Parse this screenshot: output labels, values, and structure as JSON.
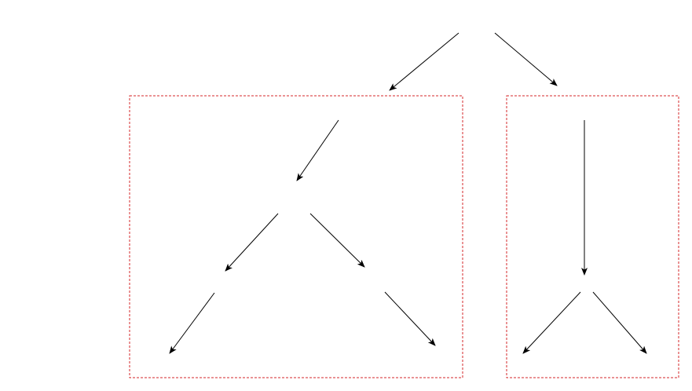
{
  "diagram": {
    "type": "tree",
    "node_labels_visible": false,
    "colors": {
      "background": "#ffffff",
      "edge": "#000000",
      "group_border": "#d62728"
    },
    "group_border_style": "dashed",
    "groups": [
      {
        "id": "left-group",
        "edge_ids": [
          "e2",
          "e3",
          "e4",
          "e5",
          "e6"
        ]
      },
      {
        "id": "right-group",
        "edge_ids": [
          "e7",
          "e8",
          "e9"
        ]
      }
    ],
    "edges": [
      {
        "id": "e0",
        "from": "root",
        "to": "left-group"
      },
      {
        "id": "e1",
        "from": "root",
        "to": "right-group"
      },
      {
        "id": "e2",
        "from": "left-group",
        "to": "a"
      },
      {
        "id": "e3",
        "from": "a",
        "to": "b"
      },
      {
        "id": "e4",
        "from": "a",
        "to": "c"
      },
      {
        "id": "e5",
        "from": "b",
        "to": "d"
      },
      {
        "id": "e6",
        "from": "c",
        "to": "e"
      },
      {
        "id": "e7",
        "from": "right-group",
        "to": "f"
      },
      {
        "id": "e8",
        "from": "f",
        "to": "g"
      },
      {
        "id": "e9",
        "from": "f",
        "to": "h"
      }
    ]
  }
}
